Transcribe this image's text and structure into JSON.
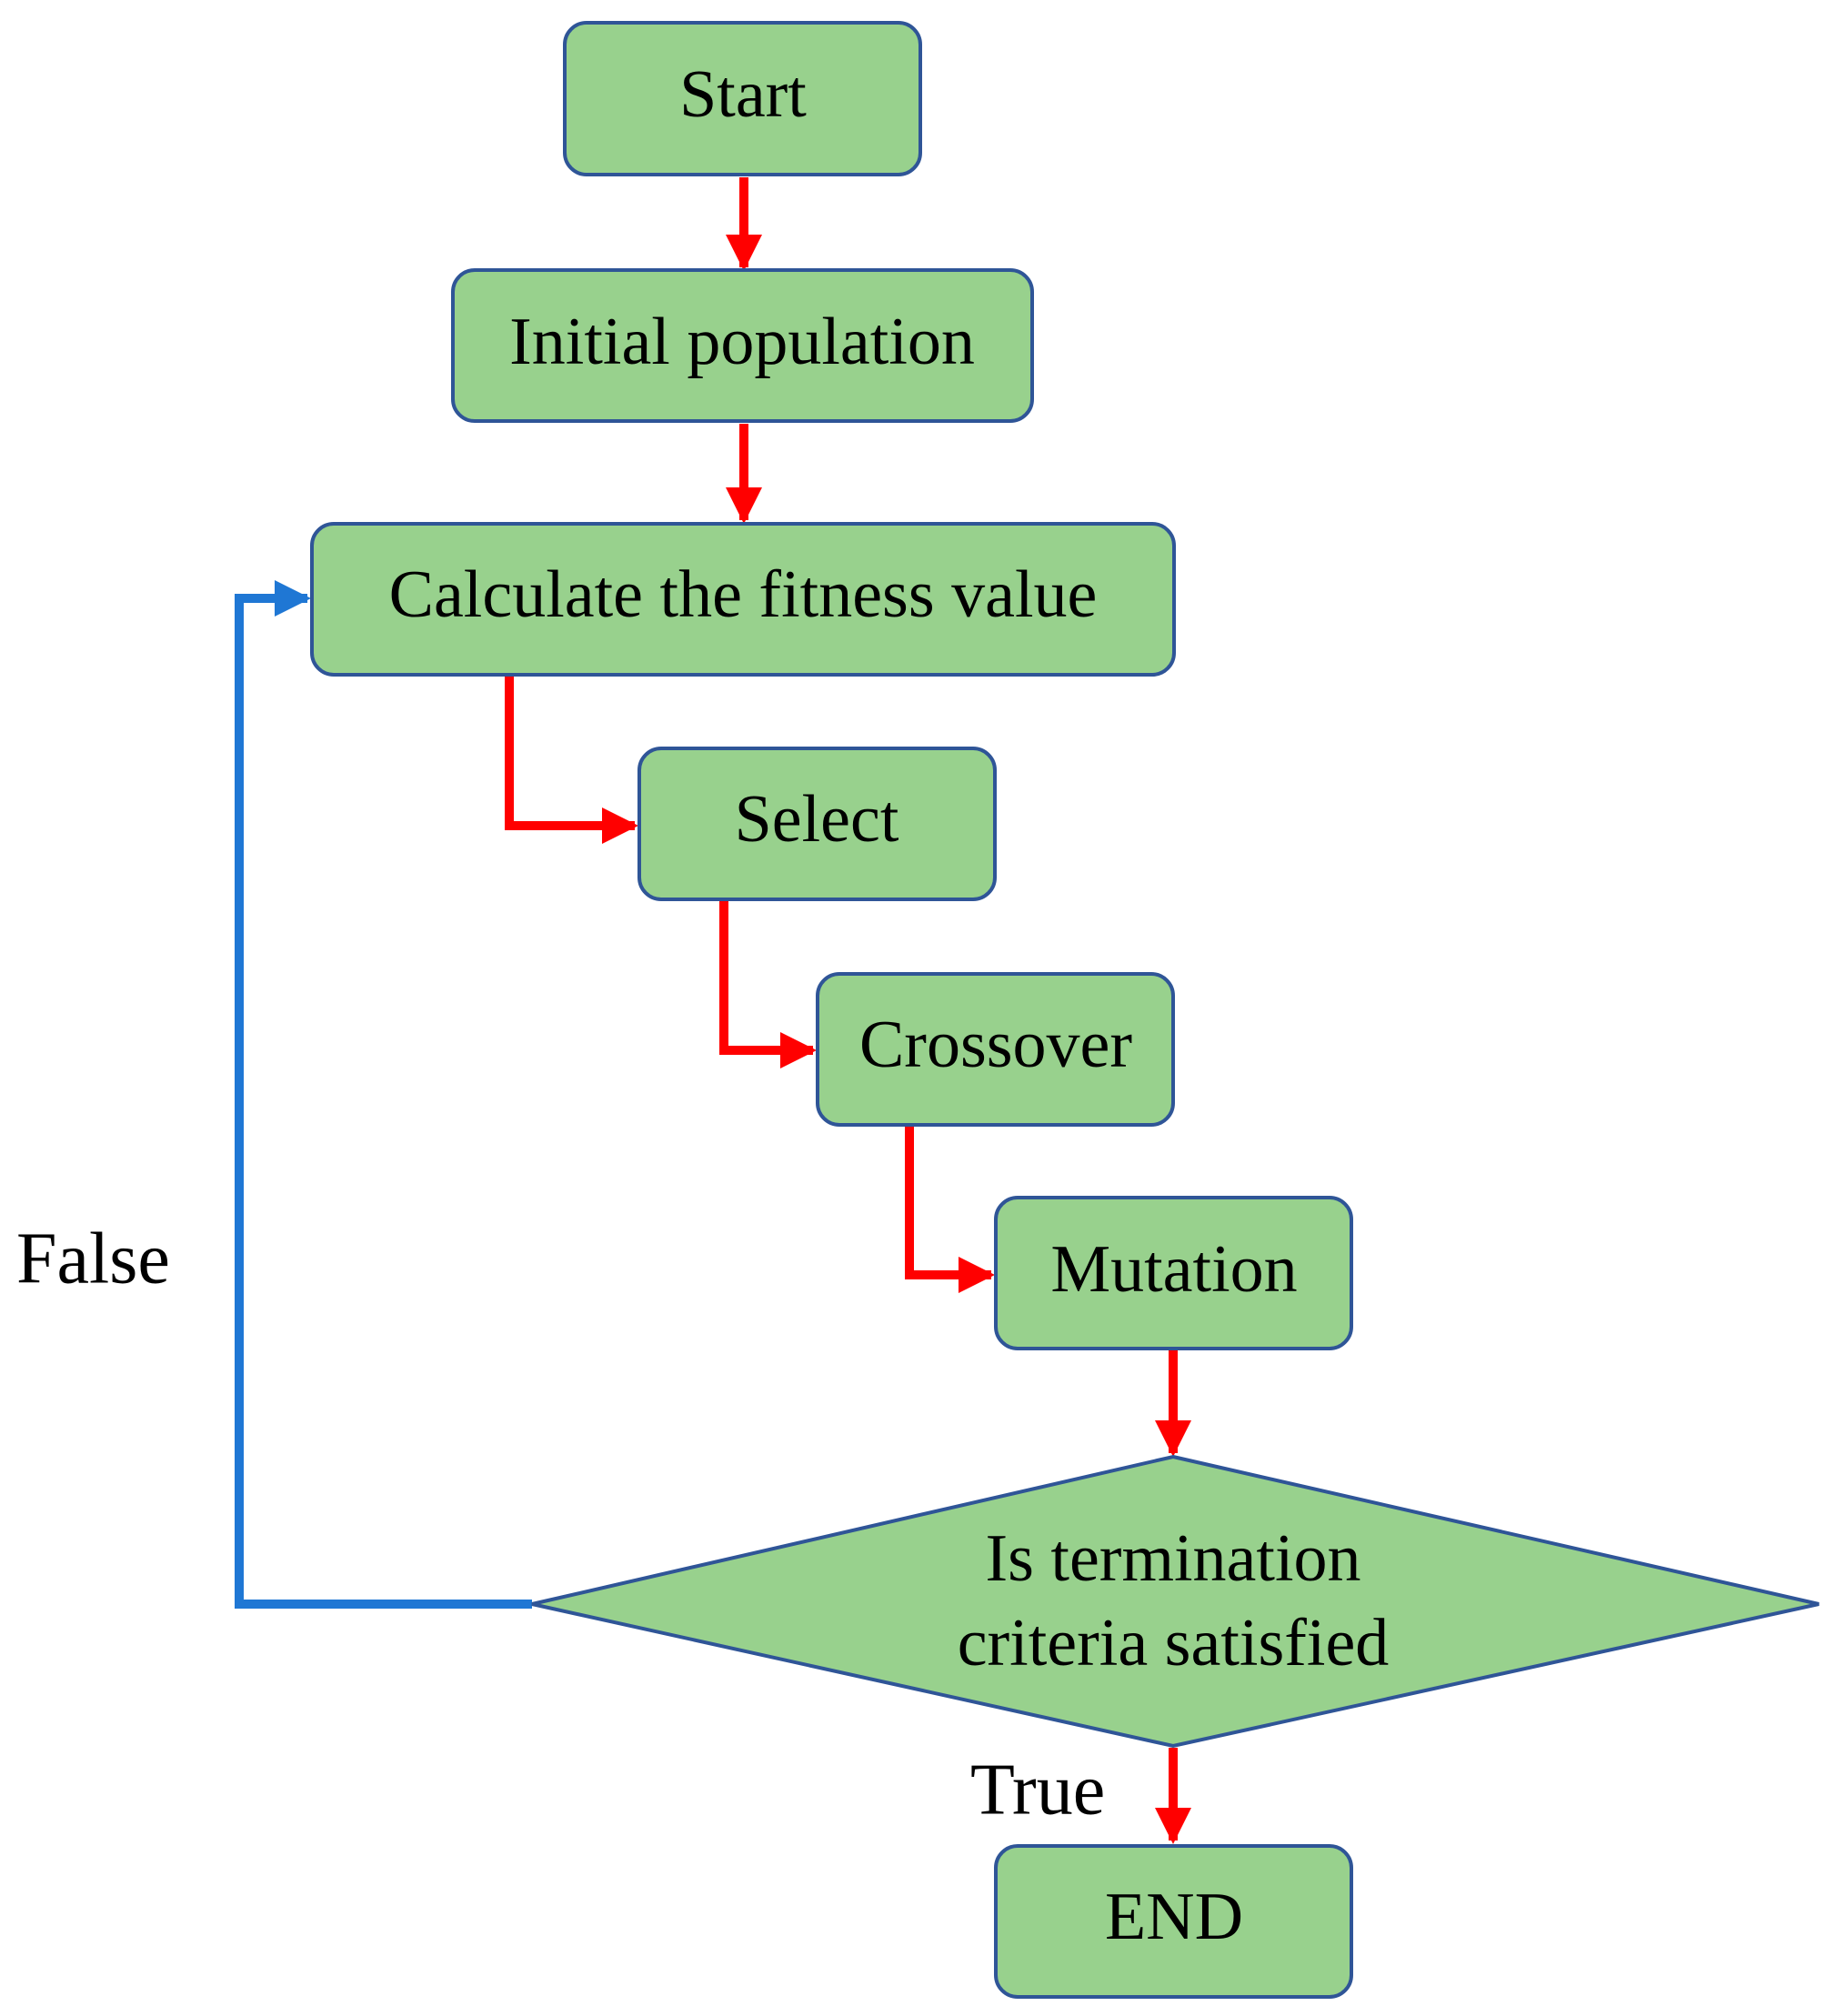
{
  "nodes": {
    "start": "Start",
    "initial_population": "Initial population",
    "fitness": "Calculate the fitness value",
    "select": "Select",
    "crossover": "Crossover",
    "mutation": "Mutation",
    "decision_line1": "Is termination",
    "decision_line2": "criteria satisfied",
    "end": "END"
  },
  "labels": {
    "false": "False",
    "true": "True"
  },
  "colors": {
    "node_fill": "#98D18D",
    "node_border": "#2F5597",
    "flow_arrow": "#FF0000",
    "loop_arrow": "#1F77D4"
  }
}
